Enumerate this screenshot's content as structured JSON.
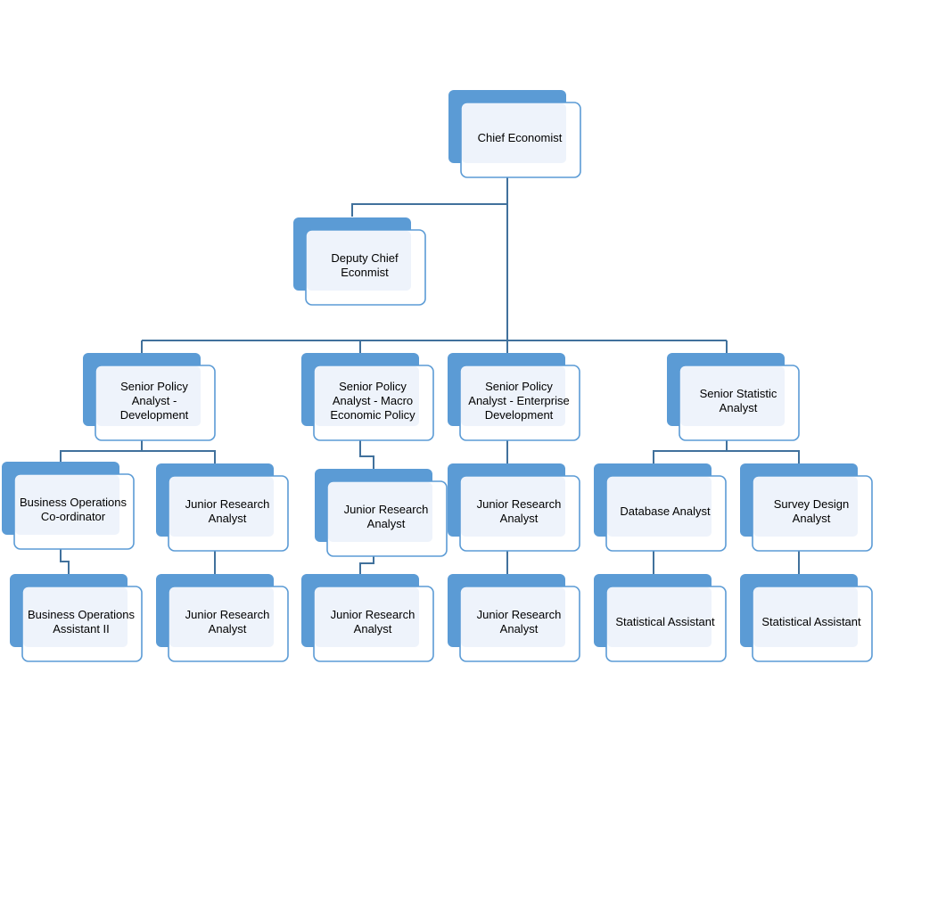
{
  "org_chart": {
    "nodes": [
      {
        "id": "chief",
        "label": "Chief Economist"
      },
      {
        "id": "deputy",
        "label": "Deputy Chief Econmist"
      },
      {
        "id": "spa-dev",
        "label": "Senior Policy Analyst - Development"
      },
      {
        "id": "spa-macro",
        "label": "Senior Policy Analyst - Macro Economic Policy"
      },
      {
        "id": "spa-ent",
        "label": "Senior Policy Analyst - Enterprise Development"
      },
      {
        "id": "ssa",
        "label": "Senior Statistic Analyst"
      },
      {
        "id": "boc",
        "label": "Business Operations Co-ordinator"
      },
      {
        "id": "jra-1",
        "label": "Junior Research Analyst"
      },
      {
        "id": "jra-2",
        "label": "Junior Research Analyst"
      },
      {
        "id": "jra-3",
        "label": "Junior Research Analyst"
      },
      {
        "id": "dba",
        "label": "Database Analyst"
      },
      {
        "id": "sda",
        "label": "Survey Design Analyst"
      },
      {
        "id": "boa2",
        "label": "Business Operations Assistant II"
      },
      {
        "id": "jra-4",
        "label": "Junior Research Analyst"
      },
      {
        "id": "jra-5",
        "label": "Junior Research Analyst"
      },
      {
        "id": "jra-6",
        "label": "Junior Research Analyst"
      },
      {
        "id": "stat-1",
        "label": "Statistical Assistant"
      },
      {
        "id": "stat-2",
        "label": "Statistical Assistant"
      }
    ],
    "edges": [
      [
        "chief",
        "deputy"
      ],
      [
        "chief",
        "spa-dev"
      ],
      [
        "chief",
        "spa-macro"
      ],
      [
        "chief",
        "spa-ent"
      ],
      [
        "chief",
        "ssa"
      ],
      [
        "spa-dev",
        "boc"
      ],
      [
        "spa-dev",
        "jra-1"
      ],
      [
        "spa-macro",
        "jra-2"
      ],
      [
        "spa-ent",
        "jra-3"
      ],
      [
        "ssa",
        "dba"
      ],
      [
        "ssa",
        "sda"
      ],
      [
        "boc",
        "boa2"
      ],
      [
        "jra-1",
        "jra-4"
      ],
      [
        "jra-2",
        "jra-5"
      ],
      [
        "jra-3",
        "jra-6"
      ],
      [
        "dba",
        "stat-1"
      ],
      [
        "sda",
        "stat-2"
      ]
    ],
    "colors": {
      "box_fill": "#5b9bd5",
      "box_border": "#5b9bd5",
      "connector": "#41719c",
      "label_bg": "#eef3fb"
    }
  }
}
